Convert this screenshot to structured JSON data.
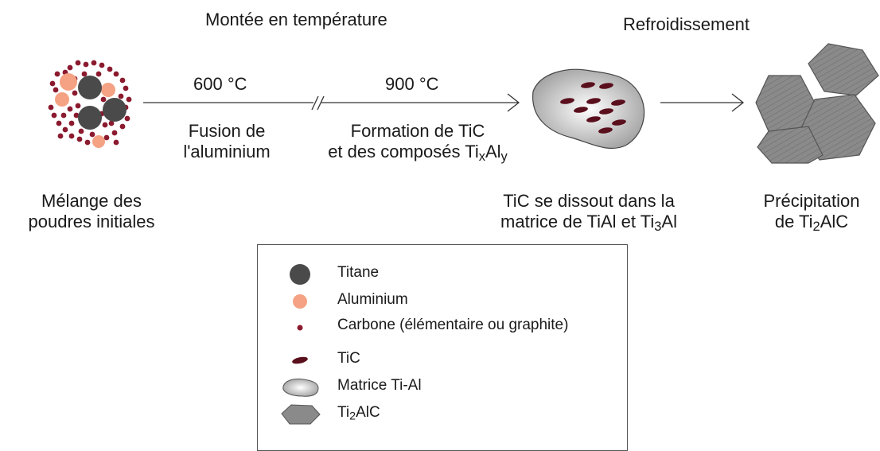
{
  "stages": {
    "heating_title": "Montée en température",
    "cooling_title": "Refroidissement"
  },
  "temperatures": {
    "t1": "600 °C",
    "t2": "900 °C"
  },
  "events": {
    "melting_line1": "Fusion de",
    "melting_line2": "l'aluminium",
    "formation_line1": "Formation de TiC",
    "formation_line2_prefix": "et des composés Ti",
    "formation_x": "x",
    "formation_al": "Al",
    "formation_y": "y"
  },
  "steps": {
    "mixture_line1": "Mélange des",
    "mixture_line2": "poudres initiales",
    "dissolve_line1": "TiC se dissout dans la",
    "dissolve_line2_prefix": "matrice de TiAl et Ti",
    "dissolve_sub": "3",
    "dissolve_suffix": "Al",
    "precip_line1": "Précipitation",
    "precip_line2_prefix": "de Ti",
    "precip_sub": "2",
    "precip_suffix": "AlC"
  },
  "legend": {
    "items": [
      {
        "label": "Titane",
        "icon": "titanium-circle-icon"
      },
      {
        "label": "Aluminium",
        "icon": "aluminium-circle-icon"
      },
      {
        "label": "Carbone (élémentaire ou graphite)",
        "icon": "carbon-dot-icon"
      },
      {
        "label": "TiC",
        "icon": "tic-ellipse-icon"
      },
      {
        "label": "Matrice Ti-Al",
        "icon": "matrix-blob-icon"
      },
      {
        "label_prefix": "Ti",
        "label_sub": "2",
        "label_suffix": "AlC",
        "icon": "ti2alc-hexagon-icon"
      }
    ]
  },
  "colors": {
    "titanium": "#4a4a4a",
    "aluminium": "#f4a283",
    "carbon": "#8b1a2e",
    "tic": "#5a0f1c",
    "matrix": "#b8b8b8",
    "ti2alc": "#8a8a8a"
  }
}
